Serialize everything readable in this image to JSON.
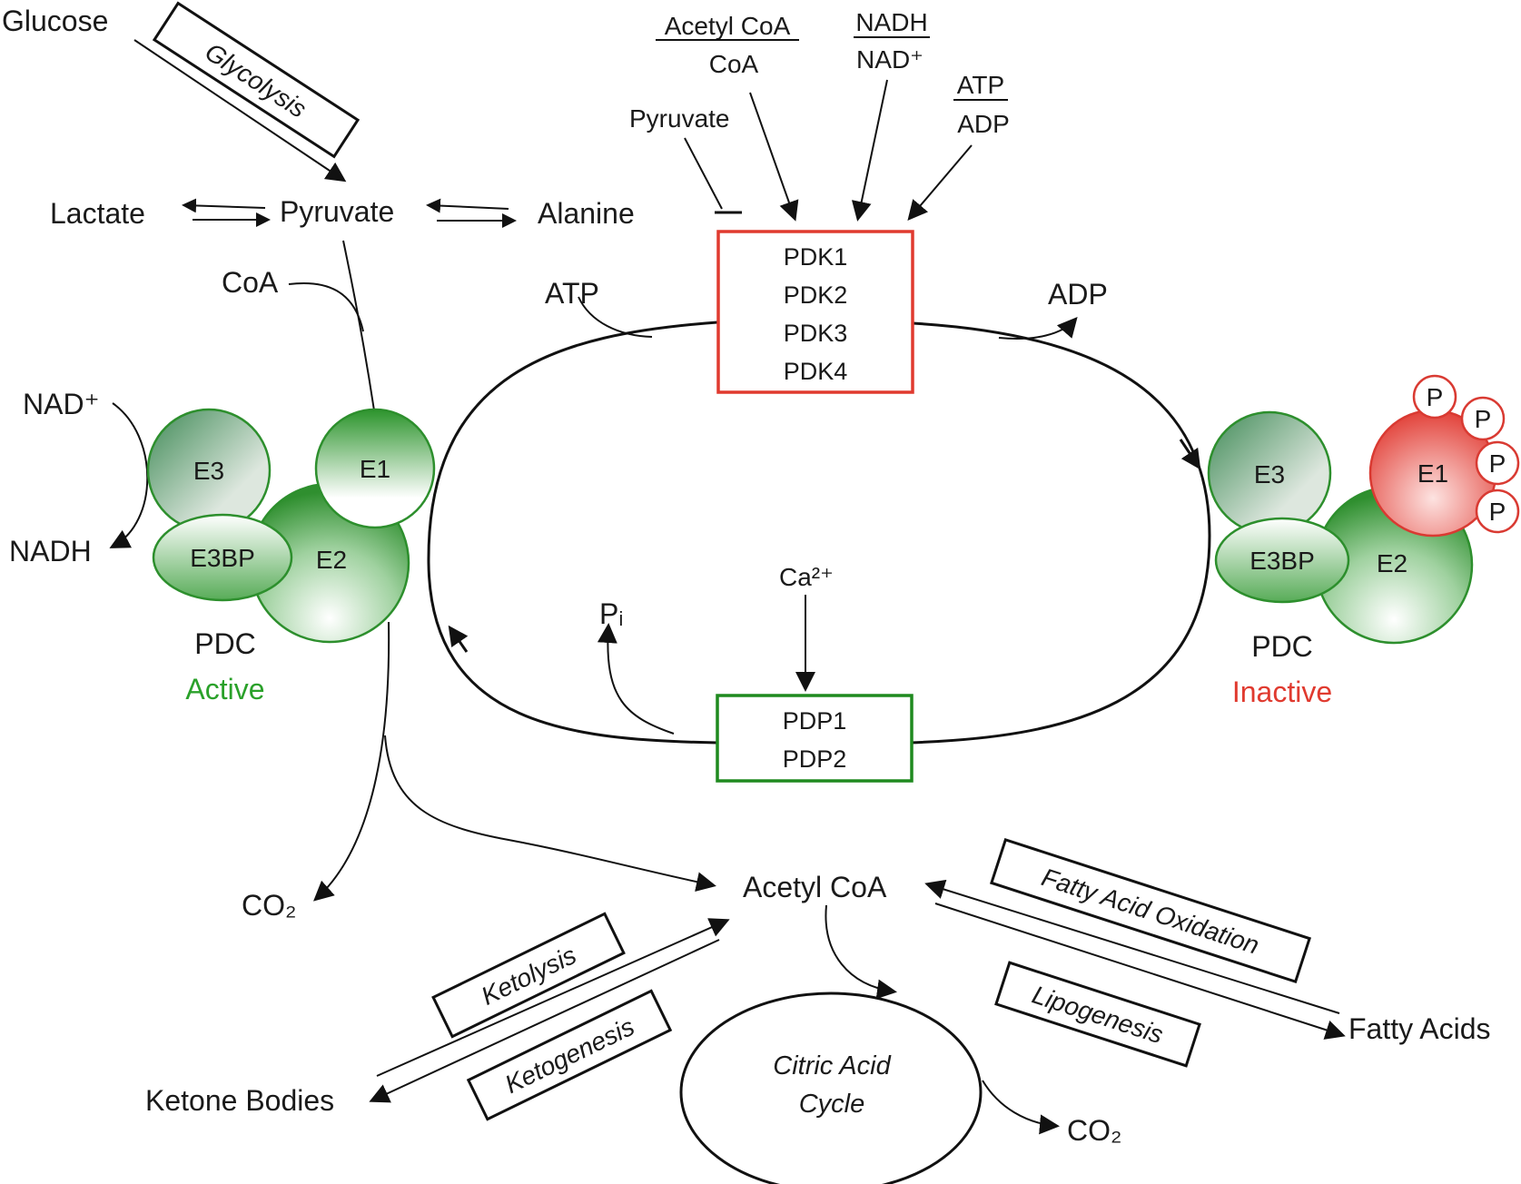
{
  "colors": {
    "active": "#2aa12a",
    "inactive": "#e03a2f",
    "kinase_box": "#e03a2f",
    "phosphatase_box": "#1f8a1f"
  },
  "metabolites": {
    "glucose": "Glucose",
    "lactate": "Lactate",
    "pyruvate": "Pyruvate",
    "alanine": "Alanine",
    "coa": "CoA",
    "nad_plus": "NAD⁺",
    "nadh": "NADH",
    "co2": "CO₂",
    "acetyl_coa": "Acetyl CoA",
    "ketone_bodies": "Ketone Bodies",
    "fatty_acids": "Fatty Acids",
    "co2_cycle": "CO₂"
  },
  "processes": {
    "glycolysis": "Glycolysis",
    "ketolysis": "Ketolysis",
    "ketogenesis": "Ketogenesis",
    "fatty_acid_oxidation": "Fatty Acid Oxidation",
    "lipogenesis": "Lipogenesis"
  },
  "citric_acid_cycle": {
    "line1": "Citric Acid",
    "line2": "Cycle"
  },
  "regulators": {
    "pyruvate": "Pyruvate",
    "acetyl_coa_ratio_top": "Acetyl CoA",
    "acetyl_coa_ratio_bottom": "CoA",
    "nadh_ratio_top": "NADH",
    "nadh_ratio_bottom": "NAD⁺",
    "atp_ratio_top": "ATP",
    "atp_ratio_bottom": "ADP",
    "calcium": "Ca²⁺"
  },
  "cycle": {
    "atp": "ATP",
    "adp": "ADP",
    "pi": "Pᵢ"
  },
  "kinases": [
    "PDK1",
    "PDK2",
    "PDK3",
    "PDK4"
  ],
  "phosphatases": [
    "PDP1",
    "PDP2"
  ],
  "pdc_active": {
    "label": "PDC",
    "state": "Active",
    "subunits": {
      "e1": "E1",
      "e2": "E2",
      "e3": "E3",
      "e3bp": "E3BP"
    }
  },
  "pdc_inactive": {
    "label": "PDC",
    "state": "Inactive",
    "subunits": {
      "e1": "E1",
      "e2": "E2",
      "e3": "E3",
      "e3bp": "E3BP"
    },
    "phosphates": [
      "P",
      "P",
      "P",
      "P"
    ]
  }
}
